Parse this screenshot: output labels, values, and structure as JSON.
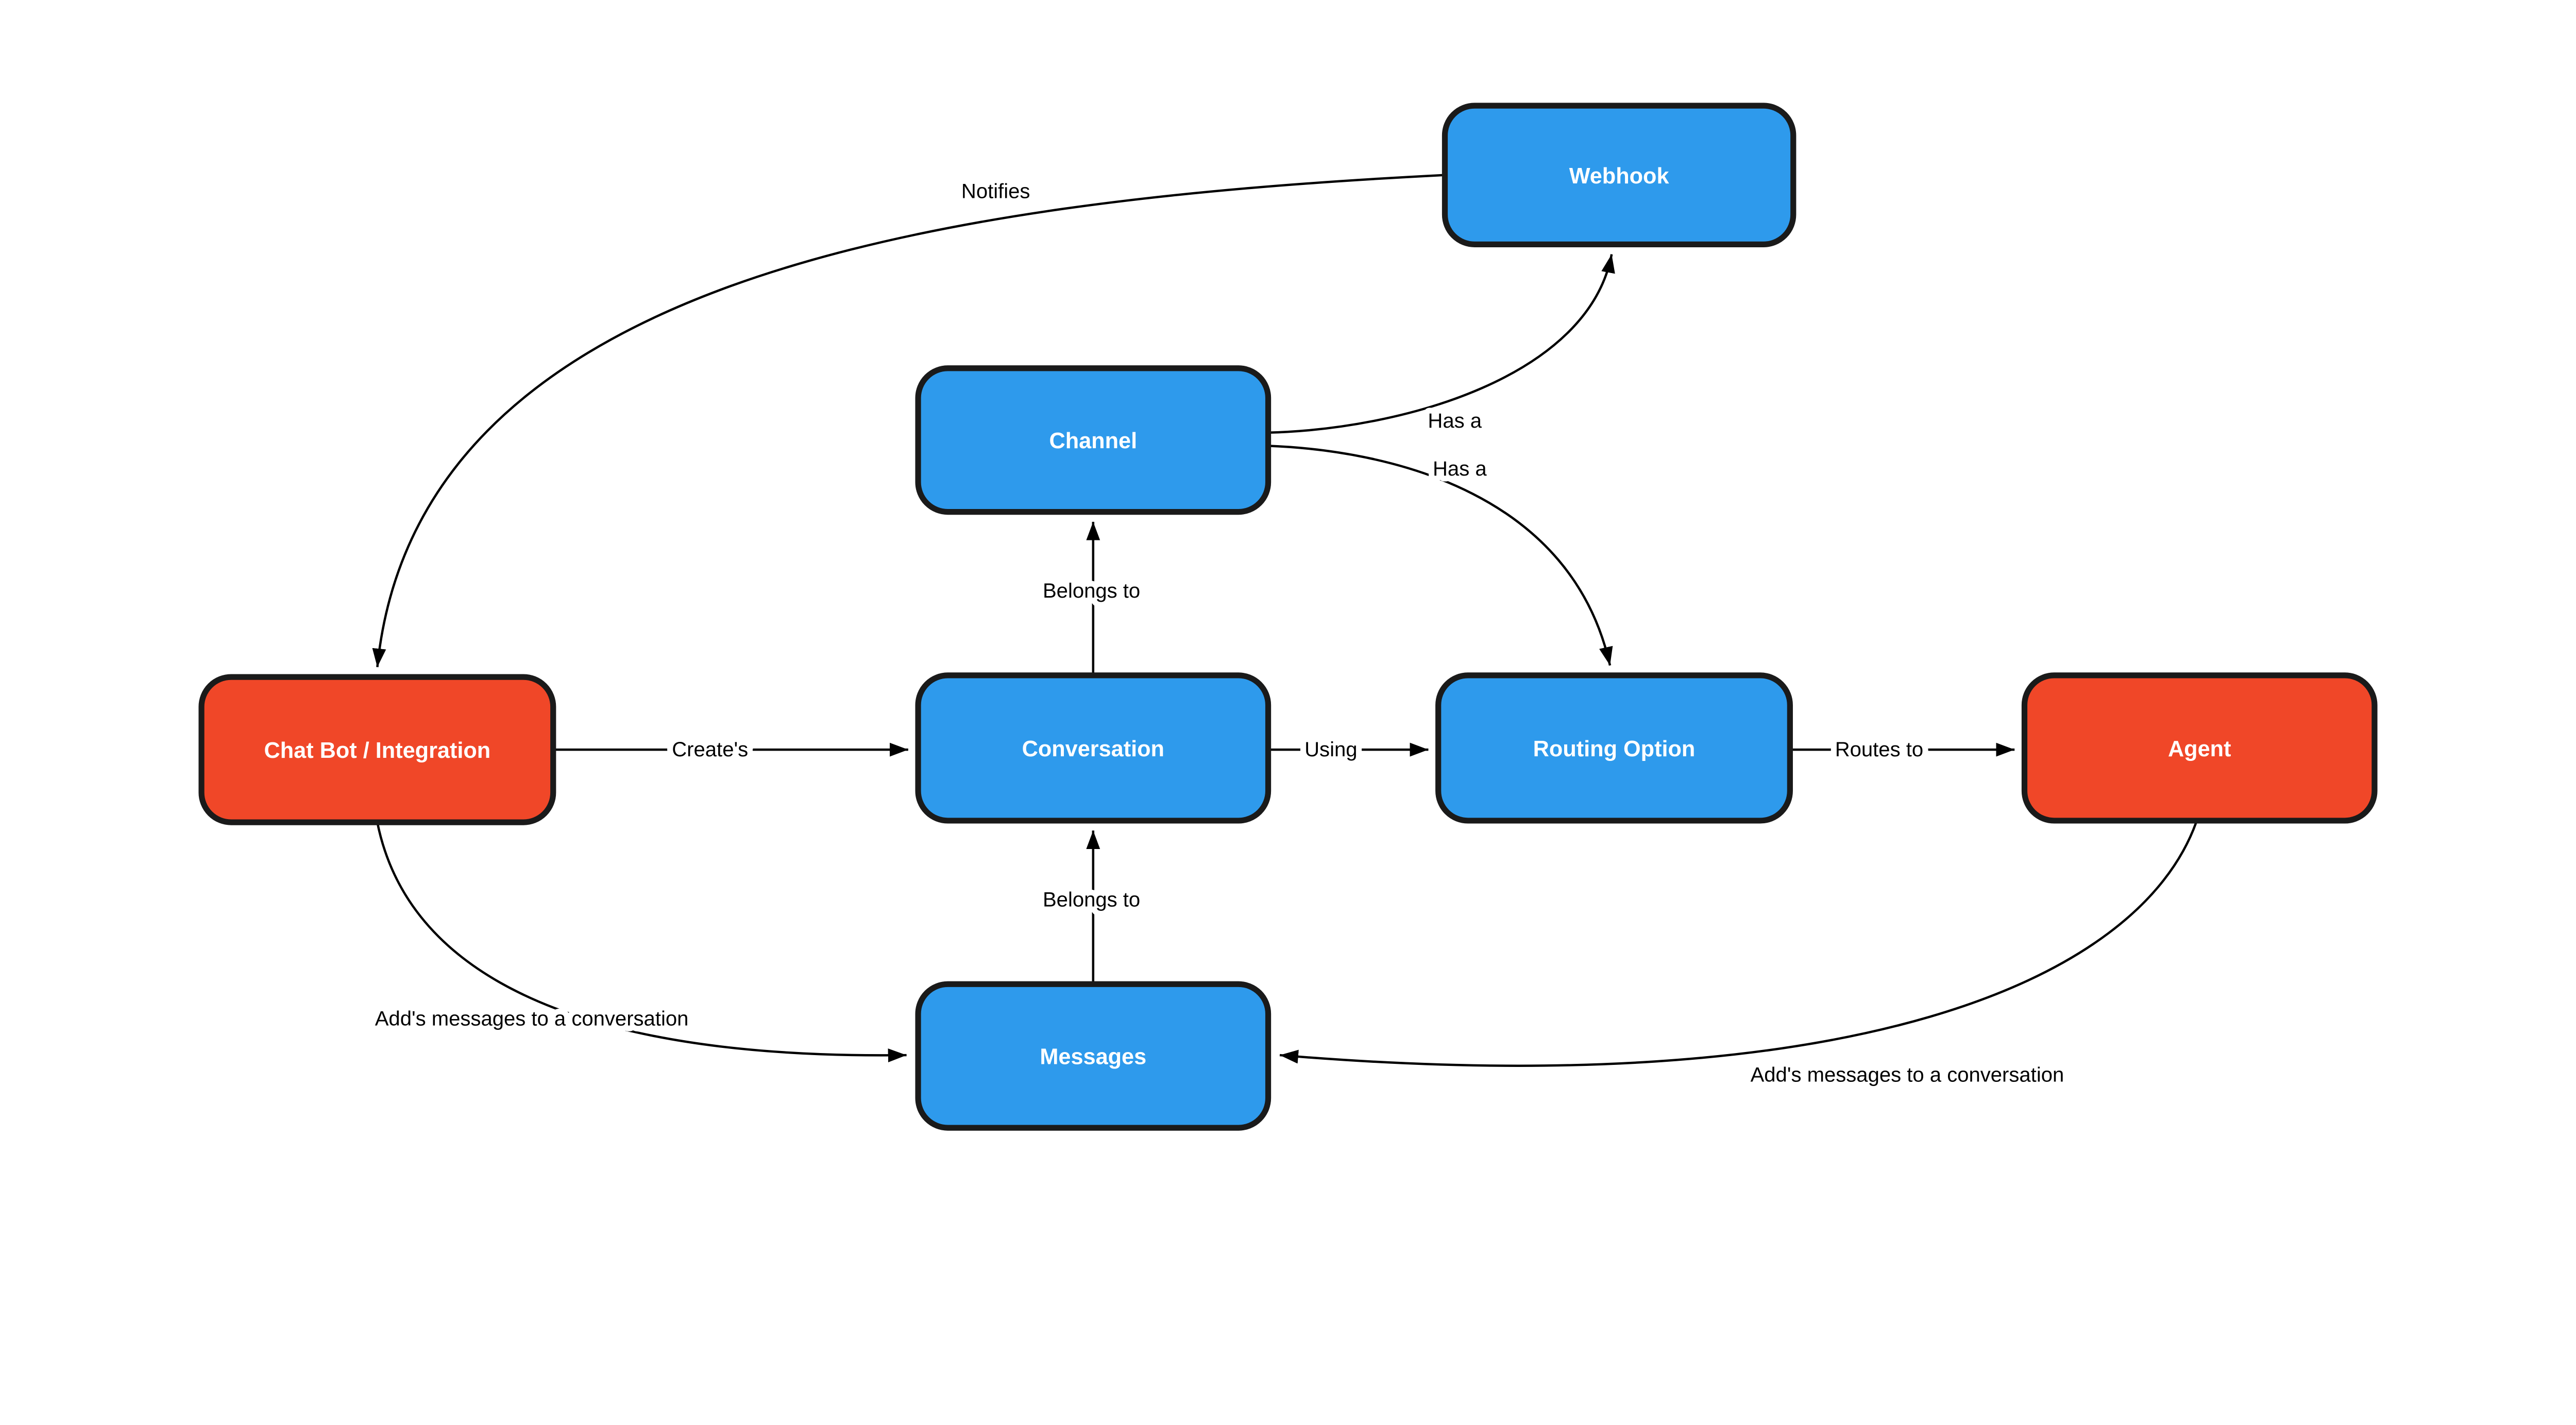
{
  "diagram": {
    "background_color": "#FFFFFF",
    "colors": {
      "node_blue": "#2E9AEC",
      "node_red": "#F04728",
      "node_border": "#1A1A1A",
      "edge_line": "#000000",
      "node_text": "#FFFFFF",
      "edge_label_text": "#000000"
    },
    "nodes": [
      {
        "id": "webhook",
        "label": "Webhook",
        "fill": "#2E9AEC"
      },
      {
        "id": "channel",
        "label": "Channel",
        "fill": "#2E9AEC"
      },
      {
        "id": "chatbot",
        "label": "Chat Bot / Integration",
        "fill": "#F04728"
      },
      {
        "id": "conversation",
        "label": "Conversation",
        "fill": "#2E9AEC"
      },
      {
        "id": "routing-option",
        "label": "Routing Option",
        "fill": "#2E9AEC"
      },
      {
        "id": "agent",
        "label": "Agent",
        "fill": "#F04728"
      },
      {
        "id": "messages",
        "label": "Messages",
        "fill": "#2E9AEC"
      }
    ],
    "edges": [
      {
        "from": "webhook",
        "to": "chatbot",
        "label": "Notifies"
      },
      {
        "from": "channel",
        "to": "webhook",
        "label": "Has a"
      },
      {
        "from": "channel",
        "to": "routing-option",
        "label": "Has a"
      },
      {
        "from": "conversation",
        "to": "channel",
        "label": "Belongs to"
      },
      {
        "from": "chatbot",
        "to": "conversation",
        "label": "Create's"
      },
      {
        "from": "conversation",
        "to": "routing-option",
        "label": "Using"
      },
      {
        "from": "routing-option",
        "to": "agent",
        "label": "Routes to"
      },
      {
        "from": "messages",
        "to": "conversation",
        "label": "Belongs to"
      },
      {
        "from": "chatbot",
        "to": "messages",
        "label": "Add's messages to a conversation"
      },
      {
        "from": "agent",
        "to": "messages",
        "label": "Add's messages to a conversation"
      }
    ]
  }
}
